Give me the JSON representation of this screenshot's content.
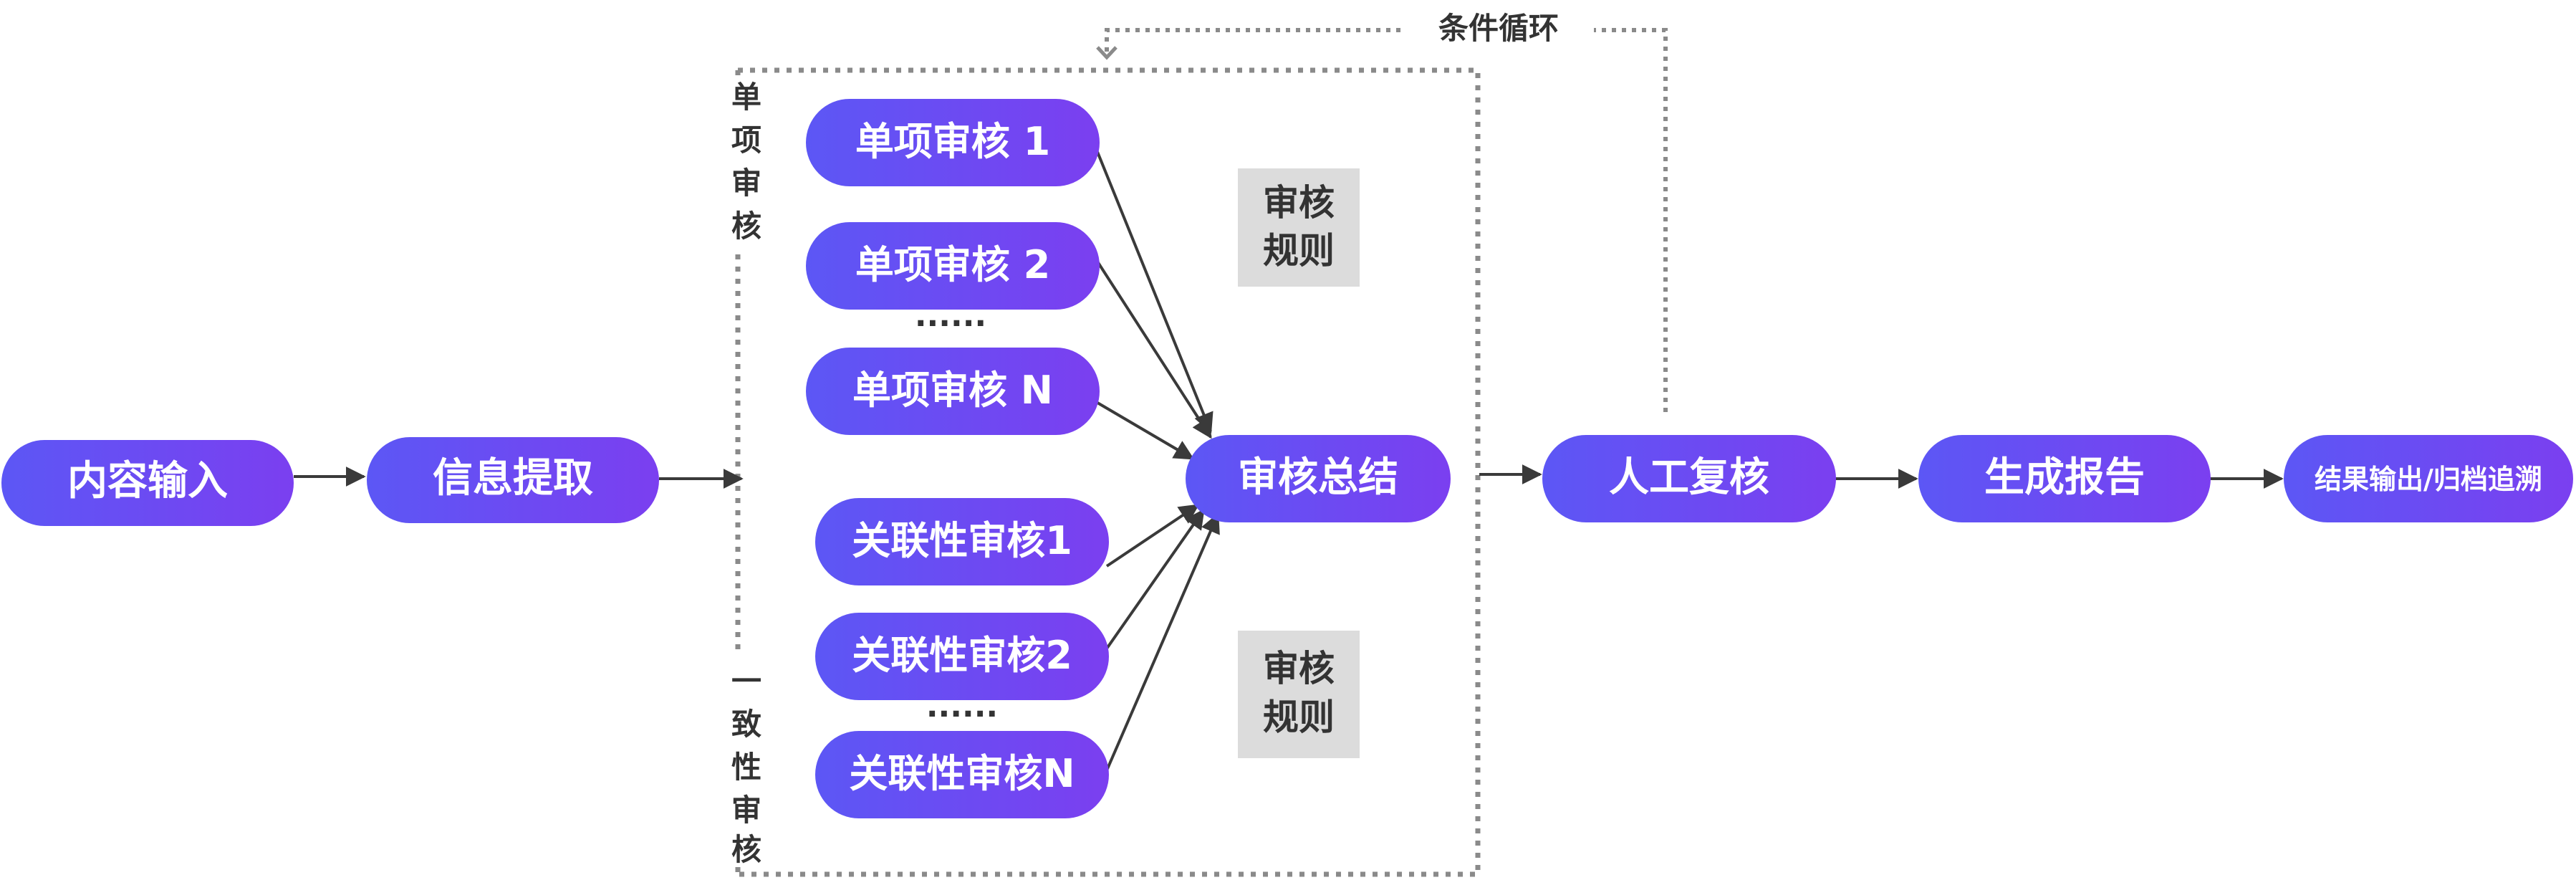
{
  "colors": {
    "pill_start": "#5c57f5",
    "pill_end": "#7b3ff0",
    "arrow": "#3a3a3a",
    "dotted_border": "#8a8a8a",
    "rule_box_bg": "#dcdcdc",
    "label_text": "#333333"
  },
  "nodes": {
    "content_input": "内容输入",
    "info_extract": "信息提取",
    "single_review_1": "单项审核 1",
    "single_review_2": "单项审核 2",
    "single_review_n": "单项审核 N",
    "single_ellipsis": "......",
    "assoc_review_1": "关联性审核1",
    "assoc_review_2": "关联性审核2",
    "assoc_review_n": "关联性审核N",
    "assoc_ellipsis": "......",
    "review_summary": "审核总结",
    "manual_review": "人工复核",
    "generate_report": "生成报告",
    "output_archive": "结果输出/归档追溯"
  },
  "rules": {
    "upper": {
      "line1": "审核",
      "line2": "规则"
    },
    "lower": {
      "line1": "审核",
      "line2": "规则"
    }
  },
  "side_labels": {
    "single": [
      "单",
      "项",
      "审",
      "核"
    ],
    "consistency": [
      "一",
      "致",
      "性",
      "审",
      "核"
    ]
  },
  "loop_label": "条件循环"
}
